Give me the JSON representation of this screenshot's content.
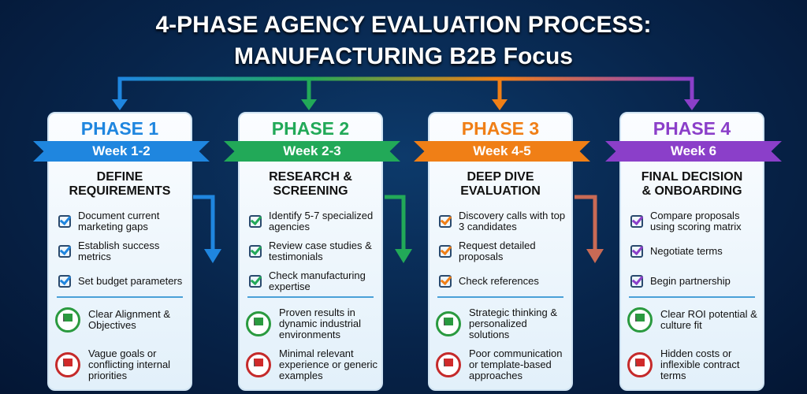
{
  "title": {
    "line1": "4-PHASE AGENCY EVALUATION PROCESS:",
    "line2": "MANUFACTURING B2B Focus"
  },
  "phases": [
    {
      "phase": "PHASE 1",
      "week": "Week 1-2",
      "heading": [
        "DEFINE",
        "REQUIREMENTS"
      ],
      "color": "#1f86df",
      "items": [
        "Document current marketing gaps",
        "Establish success metrics",
        "Set budget parameters"
      ],
      "green": "Clear Alignment & Objectives",
      "red": "Vague goals or conflicting internal priorities"
    },
    {
      "phase": "PHASE 2",
      "week": "Week 2-3",
      "heading": [
        "RESEARCH &",
        "SCREENING"
      ],
      "color": "#22a958",
      "items": [
        "Identify 5-7 specialized agencies",
        "Review case studies & testimonials",
        "Check manufacturing expertise"
      ],
      "green": "Proven results in dynamic industrial environments",
      "red": "Minimal relevant experience or generic examples"
    },
    {
      "phase": "PHASE 3",
      "week": "Week 4-5",
      "heading": [
        "DEEP DIVE",
        "EVALUATION"
      ],
      "color": "#f07f16",
      "items": [
        "Discovery calls with top 3 candidates",
        "Request detailed proposals",
        "Check references"
      ],
      "green": "Strategic thinking & personalized solutions",
      "red": "Poor communication or template-based approaches"
    },
    {
      "phase": "PHASE 4",
      "week": "Week 6",
      "heading": [
        "FINAL DECISION",
        "& ONBOARDING"
      ],
      "color": "#8b3fc9",
      "items": [
        "Compare proposals using scoring matrix",
        "Negotiate terms",
        "Begin partnership"
      ],
      "green": "Clear ROI potential & culture fit",
      "red": "Hidden costs or inflexible contract terms"
    }
  ],
  "icons": {
    "check": "checkbox-icon",
    "green_flag": "green-flag-icon",
    "red_flag": "red-flag-icon"
  }
}
